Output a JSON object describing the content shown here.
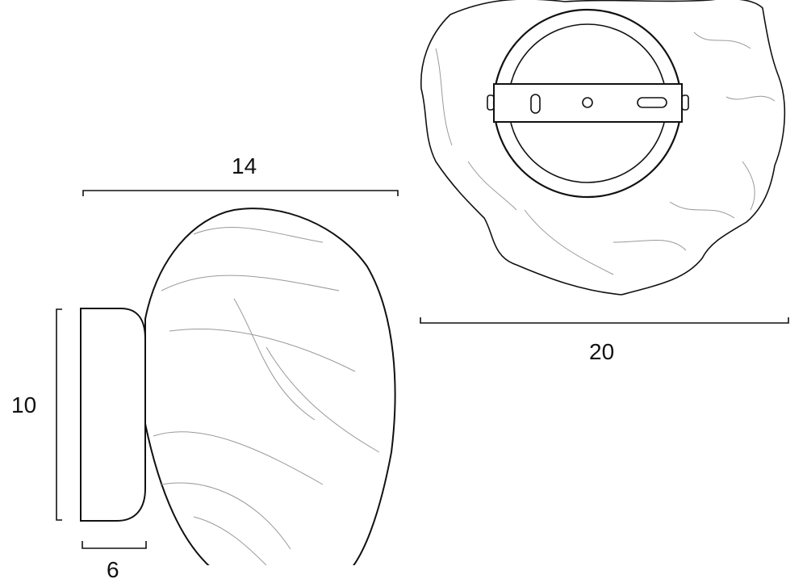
{
  "dimensions": {
    "side_width": "14",
    "height": "10",
    "top_width": "20",
    "base_depth": "6"
  }
}
